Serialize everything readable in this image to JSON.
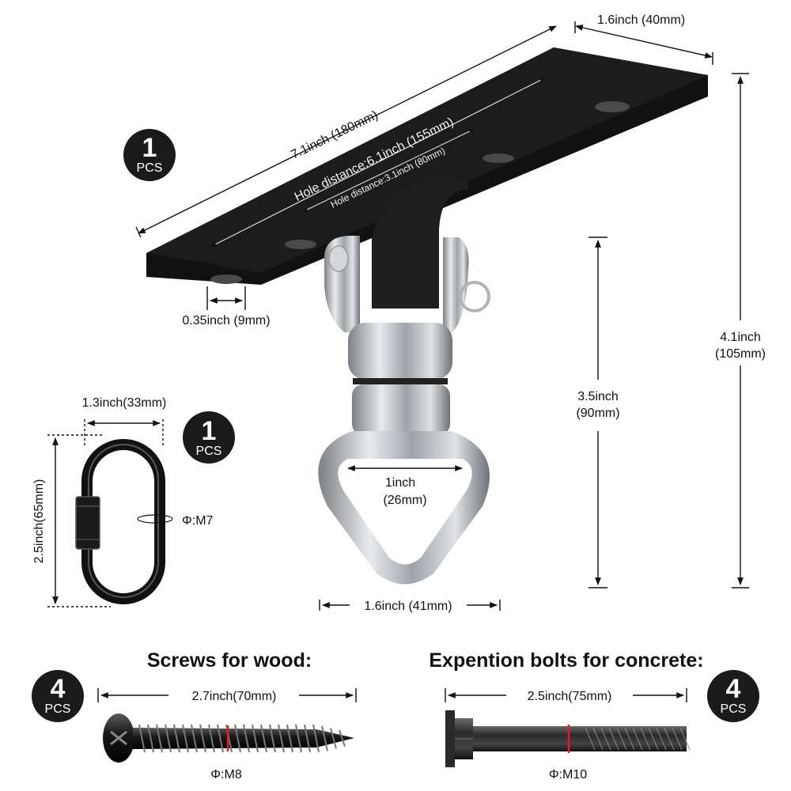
{
  "plate": {
    "length": "7.1inch (180mm)",
    "width": "1.6inch (40mm)",
    "hole_distance_long": "Hole distance:6.1inch (155mm)",
    "hole_distance_short": "Hole distance:3.1inch (80mm)",
    "hole_diameter": "0.35inch (9mm)",
    "qty_num": "1",
    "qty_unit": "PCS"
  },
  "hook": {
    "total_height_in": "4.1inch",
    "total_height_mm": "(105mm)",
    "swivel_height_in": "3.5inch",
    "swivel_height_mm": "(90mm)",
    "eye_inner_in": "1inch",
    "eye_inner_mm": "(26mm)",
    "eye_width": "1.6inch (41mm)"
  },
  "carabiner": {
    "width": "1.3inch(33mm)",
    "height": "2.5inch(65mm)",
    "diameter": "Φ:M7",
    "qty_num": "1",
    "qty_unit": "PCS"
  },
  "screws": {
    "heading": "Screws for wood:",
    "length": "2.7inch(70mm)",
    "diameter": "Φ:M8",
    "qty_num": "4",
    "qty_unit": "PCS"
  },
  "bolts": {
    "heading": "Expention bolts for concrete:",
    "length": "2.5inch(75mm)",
    "diameter": "Φ:M10",
    "qty_num": "4",
    "qty_unit": "PCS"
  },
  "colors": {
    "plate": "#1c1c1c",
    "steel": "#b9bcc0",
    "badge": "#1a1a1a",
    "marker": "#e0201c"
  }
}
